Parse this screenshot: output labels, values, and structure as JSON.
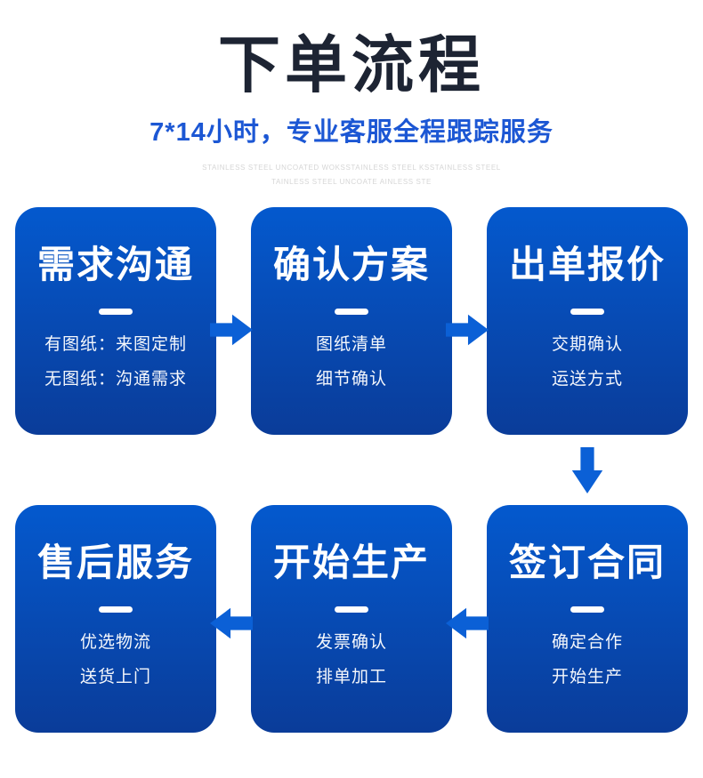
{
  "header": {
    "title": "下单流程",
    "subtitle": "7*14小时，专业客服全程跟踪服务",
    "watermark_line1": "STAINLESS STEEL UNCOATED WOKSSTAINLESS STEEL KSSTAINLESS STEEL",
    "watermark_line2": "TAINLESS STEEL UNCOATE AINLESS STE"
  },
  "colors": {
    "title_color": "#1d2433",
    "subtitle_color": "#1c57d4",
    "box_gradient_top": "#0459ce",
    "box_gradient_bottom": "#0a3c99",
    "arrow_color": "#0b60d6",
    "watermark_color": "#d6d6d6",
    "card_text": "#ffffff",
    "page_background": "#ffffff"
  },
  "steps": [
    {
      "title": "需求沟通",
      "lines": [
        "有图纸：来图定制",
        "无图纸：沟通需求"
      ]
    },
    {
      "title": "确认方案",
      "lines": [
        "图纸清单",
        "细节确认"
      ]
    },
    {
      "title": "出单报价",
      "lines": [
        "交期确认",
        "运送方式"
      ]
    },
    {
      "title": "签订合同",
      "lines": [
        "确定合作",
        "开始生产"
      ]
    },
    {
      "title": "开始生产",
      "lines": [
        "发票确认",
        "排单加工"
      ]
    },
    {
      "title": "售后服务",
      "lines": [
        "优选物流",
        "送货上门"
      ]
    }
  ],
  "connections": [
    {
      "from": "需求沟通",
      "to": "确认方案",
      "direction": "right"
    },
    {
      "from": "确认方案",
      "to": "出单报价",
      "direction": "right"
    },
    {
      "from": "出单报价",
      "to": "签订合同",
      "direction": "down"
    },
    {
      "from": "签订合同",
      "to": "开始生产",
      "direction": "left"
    },
    {
      "from": "开始生产",
      "to": "售后服务",
      "direction": "left"
    }
  ]
}
